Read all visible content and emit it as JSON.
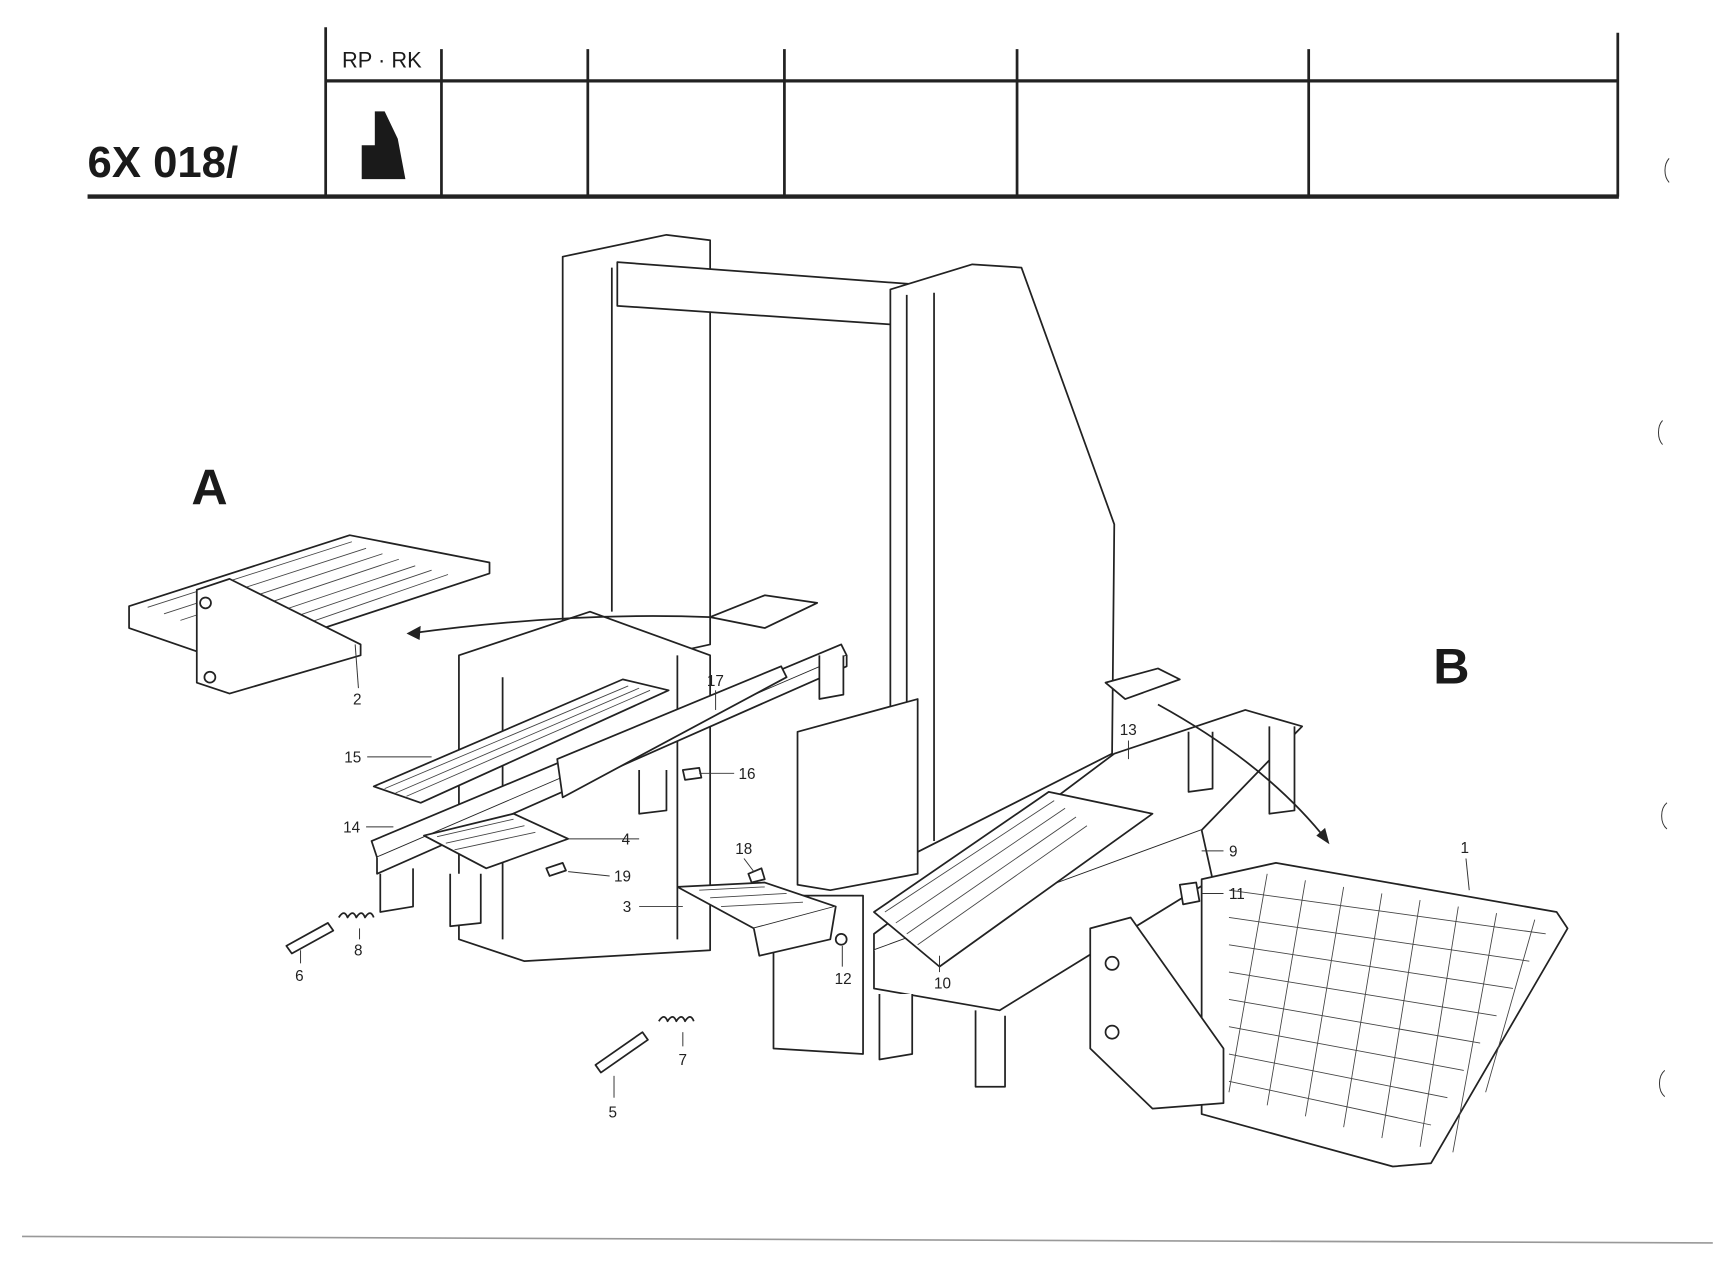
{
  "header": {
    "part_number": "6X 018/",
    "column_label": "RP · RK"
  },
  "diagram": {
    "view_labels": {
      "a": "A",
      "b": "B"
    },
    "callouts": [
      "1",
      "2",
      "3",
      "4",
      "5",
      "6",
      "7",
      "8",
      "9",
      "10",
      "11",
      "12",
      "13",
      "14",
      "15",
      "16",
      "17",
      "18",
      "19"
    ]
  }
}
